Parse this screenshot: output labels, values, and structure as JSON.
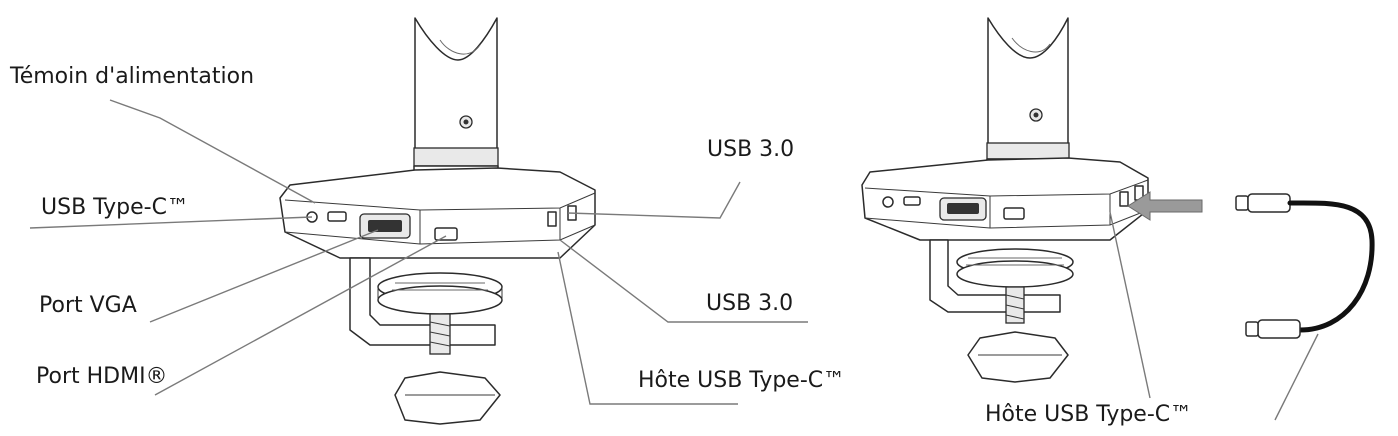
{
  "labels": {
    "power_indicator": "Témoin d'alimentation",
    "usb_type_c": "USB Type-C™",
    "port_vga": "Port VGA",
    "port_hdmi": "Port HDMI®",
    "usb30_top": "USB 3.0",
    "usb30_bottom": "USB 3.0",
    "host_usb_type_c_left": "Hôte USB Type-C™",
    "host_usb_type_c_right": "Hôte USB Type-C™"
  },
  "colors": {
    "ink": "#2b2b2b",
    "leader": "#7a7a7a",
    "cable": "#111111",
    "arrow": "#9a9a9a"
  }
}
